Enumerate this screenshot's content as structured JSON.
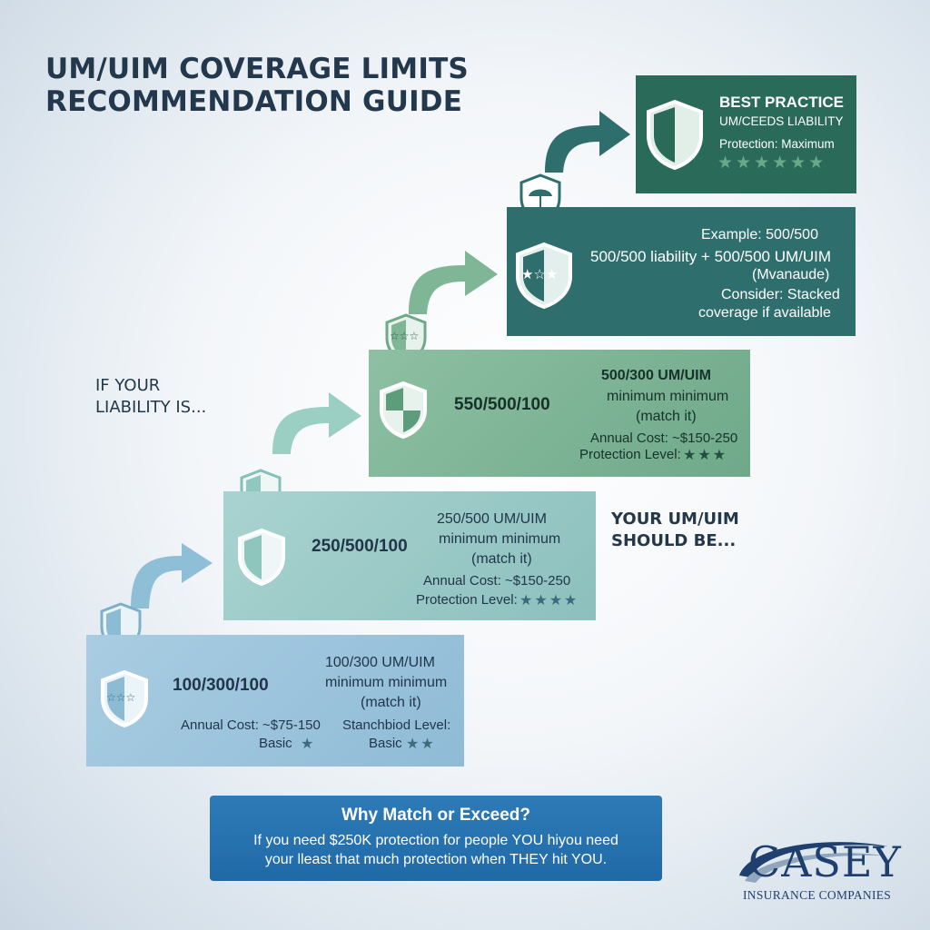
{
  "header": {
    "title_line1": "UM/UIM COVERAGE LIMITS",
    "title_line2": "RECOMMENDATION GUIDE"
  },
  "labels": {
    "left_line1": "IF YOUR",
    "left_line2": "LIABILITY IS...",
    "right_line1": "YOUR UM/UIM",
    "right_line2": "SHOULD BE..."
  },
  "tiers": [
    {
      "liability": "100/300/100",
      "um_line1": "100/300 UM/UIM",
      "um_line2": "minimum minimum",
      "um_line3": "(match it)",
      "cost": "Annual Cost: ~$75-150",
      "level_label": "Basic",
      "level_stars": "★",
      "extra_label": "Stanchbiod Level:",
      "extra_level": "Basic",
      "extra_stars": "★★",
      "shield_stars": "☆☆☆"
    },
    {
      "liability": "250/500/100",
      "um_line1": "250/500 UM/UIM",
      "um_line2": "minimum minimum",
      "um_line3": "(match it)",
      "cost": "Annual Cost: ~$150-250",
      "protection": "Protection Level:",
      "stars": "★★★★"
    },
    {
      "liability": "550/500/100",
      "um_line1": "500/300 UM/UIM",
      "um_line2": "minimum minimum",
      "um_line3": "(match it)",
      "cost": "Annual Cost: ~$150-250",
      "protection": "Protection Level:",
      "stars": "★★★",
      "connector_stars": "☆☆☆"
    },
    {
      "line1": "Example: 500/500",
      "line2": "500/500 liability + 500/500 UM/UIM",
      "line3": "(Mvanaude)",
      "line4": "Consider: Stacked",
      "line5": "coverage if available",
      "shield_stars": "★☆★"
    },
    {
      "line1": "BEST PRACTICE",
      "line2": "UM/CEEDS LIABILITY",
      "line3": "Protection: Maximum",
      "stars": "★★★★★★"
    }
  ],
  "callout": {
    "heading": "Why Match or Exceed?",
    "line1": "If you need $250K protection for people YOU hiyou need",
    "line2": "your lleast that much protection when THEY hit YOU."
  },
  "logo": {
    "word": "CASEY",
    "tagline": "INSURANCE COMPANIES"
  },
  "colors": {
    "tier1": "#9ec6de",
    "tier2": "#9ccbc8",
    "tier3": "#7fb497",
    "tier4": "#2e6e6d",
    "tier5": "#2a6a58",
    "callout": "#2472af",
    "brand": "#1f3f6e"
  },
  "icons": [
    "shield-icon",
    "umbrella-icon",
    "curved-arrow-icon",
    "star-icon"
  ]
}
